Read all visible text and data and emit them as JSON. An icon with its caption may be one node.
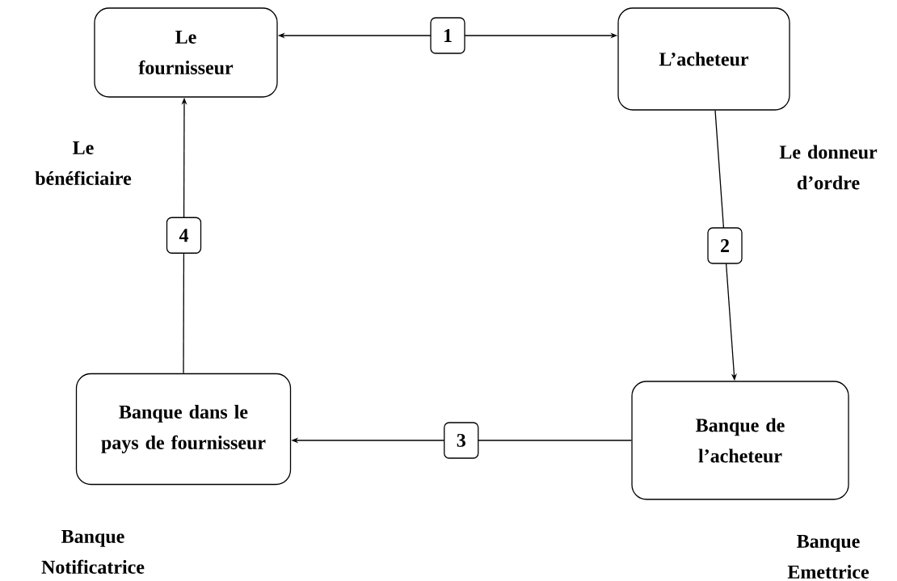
{
  "diagram": {
    "nodes": [
      {
        "text": [
          "Le fournisseur"
        ],
        "beside": [
          "Le bénéficiaire"
        ]
      },
      {
        "text": [
          "L’acheteur"
        ],
        "beside": [
          "Le donneur d’ordre"
        ]
      },
      {
        "text": [
          "Banque dans le pays de fournisseur"
        ],
        "beside": [
          "Banque Notificatrice"
        ]
      },
      {
        "text": [
          "Banque de l’acheteur"
        ],
        "beside": [
          "Banque Emettrice"
        ]
      }
    ],
    "edges": [
      {
        "from": 0,
        "to": 1,
        "arrow": "both",
        "label": "1"
      },
      {
        "from": 1,
        "to": 3,
        "arrow": "to",
        "label": "2"
      },
      {
        "from": 3,
        "to": 2,
        "arrow": "to",
        "label": "3"
      },
      {
        "from": 2,
        "to": 0,
        "arrow": "to",
        "label": "4"
      }
    ]
  }
}
